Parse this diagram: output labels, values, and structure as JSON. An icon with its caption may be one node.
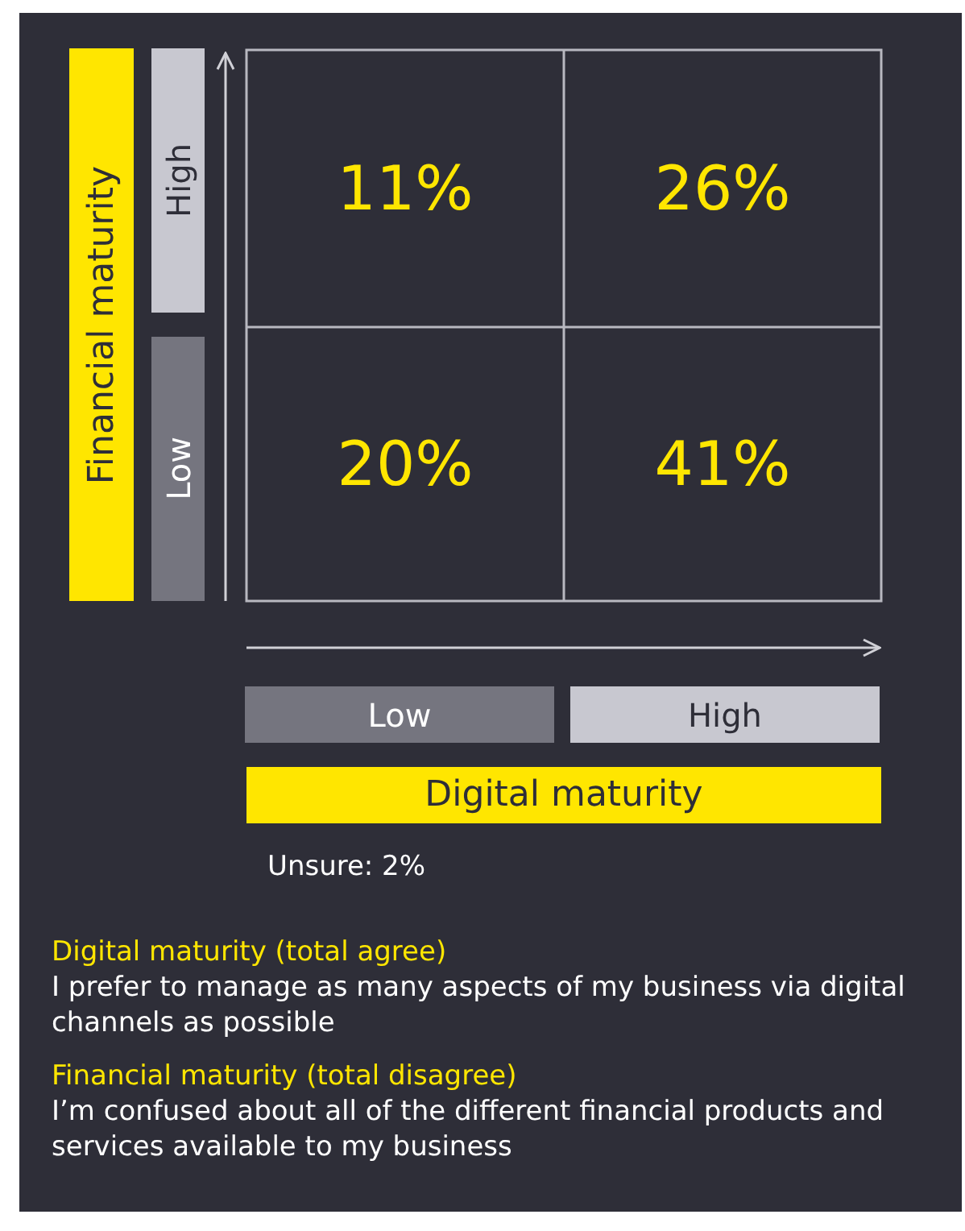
{
  "diagram": {
    "nodes": [
      {
        "text": [
          "Financial maturity"
        ]
      },
      {
        "text": [
          "High"
        ]
      },
      {
        "text": [
          "Low"
        ]
      },
      {
        "text": [
          "11%"
        ]
      },
      {
        "text": [
          "26%"
        ]
      },
      {
        "text": [
          "20%"
        ]
      },
      {
        "text": [
          "41%"
        ]
      },
      {
        "text": [
          "Low"
        ]
      },
      {
        "text": [
          "High"
        ]
      },
      {
        "text": [
          "Digital maturity"
        ]
      }
    ],
    "edges": [],
    "labels": [
      "Unsure: 2%",
      "Digital maturity (total agree)",
      "I prefer to manage as many aspects of my business via digital channels as possible",
      "Financial maturity (total disagree)",
      "I’m confused about all of the different financial products and services available to my business"
    ]
  }
}
